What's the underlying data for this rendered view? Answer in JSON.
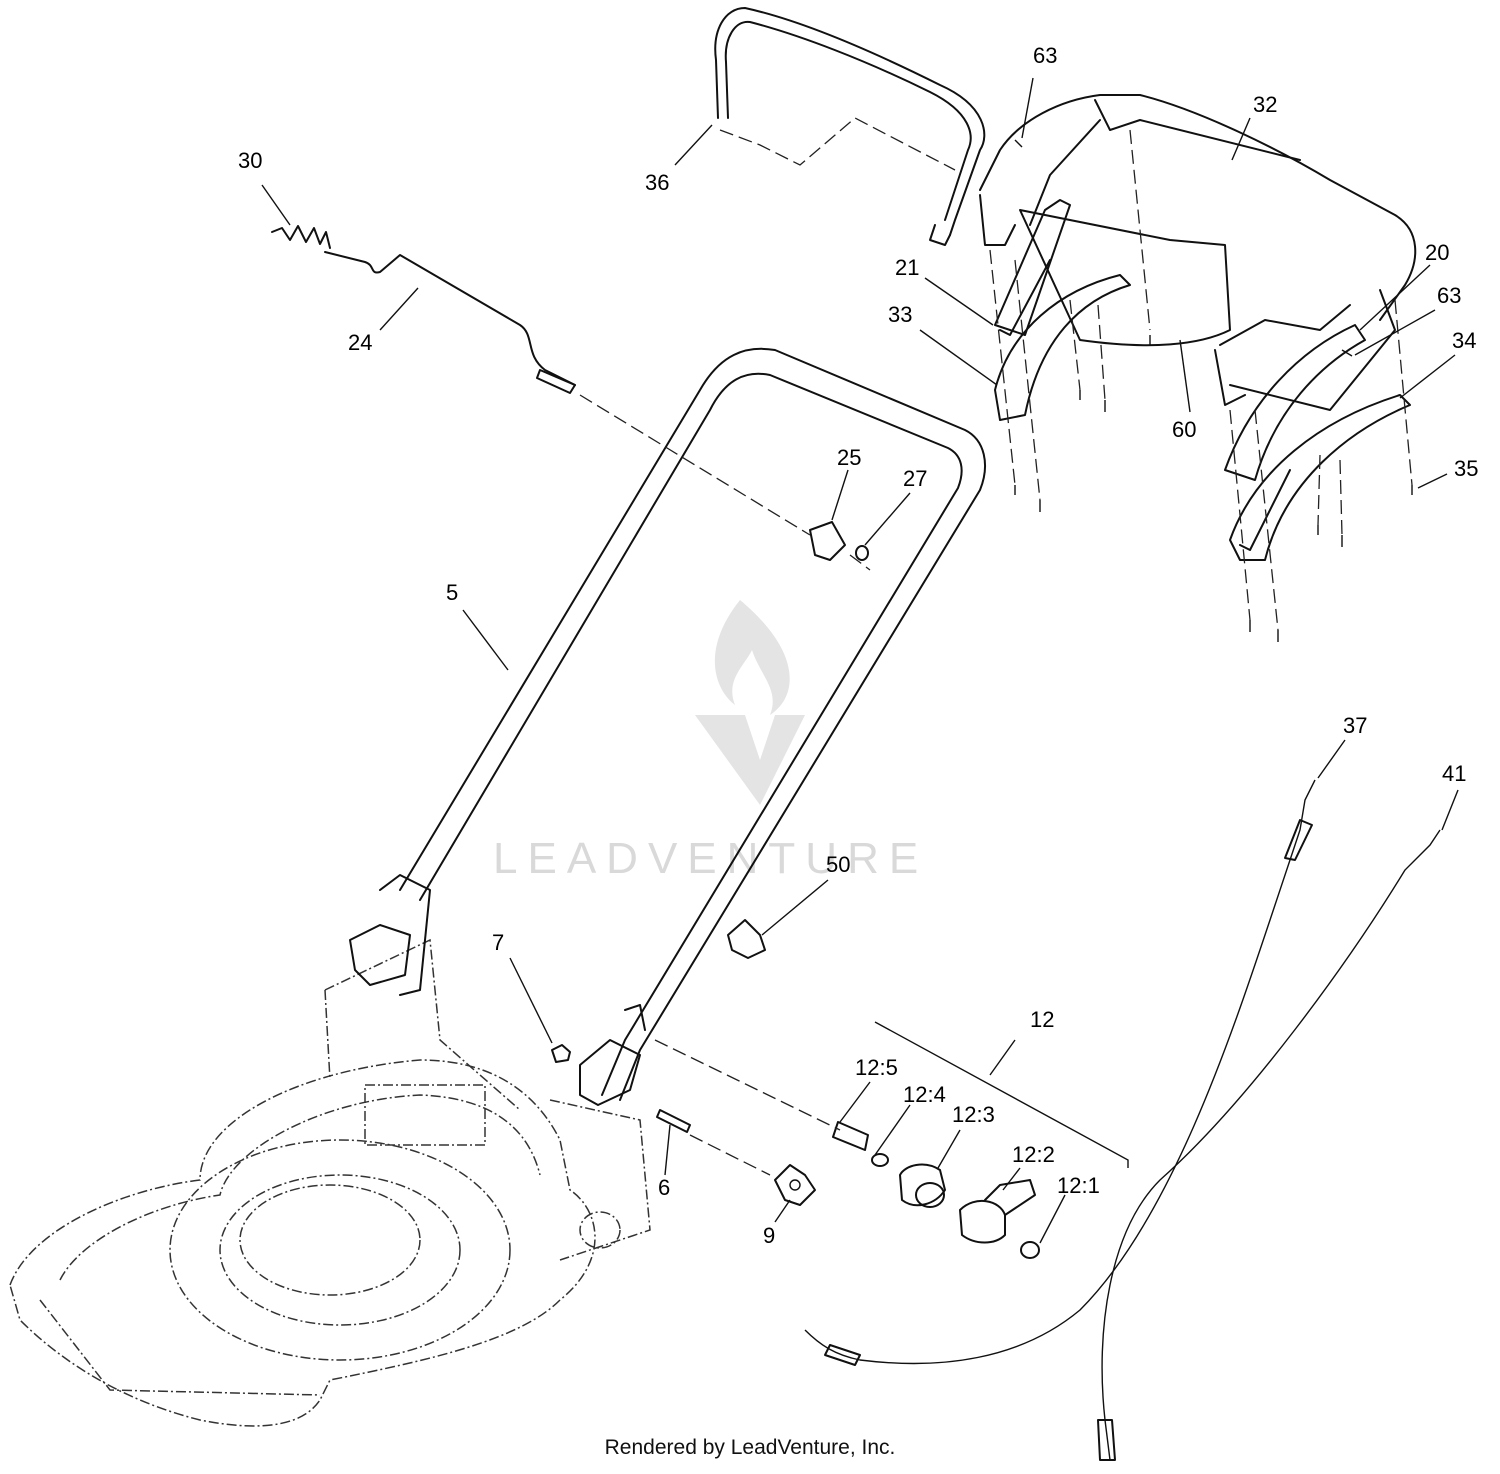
{
  "diagram": {
    "callouts": [
      {
        "id": "c-30",
        "text": "30"
      },
      {
        "id": "c-24",
        "text": "24"
      },
      {
        "id": "c-36",
        "text": "36"
      },
      {
        "id": "c-63a",
        "text": "63"
      },
      {
        "id": "c-32",
        "text": "32"
      },
      {
        "id": "c-21",
        "text": "21"
      },
      {
        "id": "c-33",
        "text": "33"
      },
      {
        "id": "c-20",
        "text": "20"
      },
      {
        "id": "c-63b",
        "text": "63"
      },
      {
        "id": "c-34",
        "text": "34"
      },
      {
        "id": "c-60",
        "text": "60"
      },
      {
        "id": "c-35",
        "text": "35"
      },
      {
        "id": "c-25",
        "text": "25"
      },
      {
        "id": "c-27",
        "text": "27"
      },
      {
        "id": "c-5",
        "text": "5"
      },
      {
        "id": "c-37",
        "text": "37"
      },
      {
        "id": "c-41",
        "text": "41"
      },
      {
        "id": "c-50",
        "text": "50"
      },
      {
        "id": "c-7",
        "text": "7"
      },
      {
        "id": "c-12",
        "text": "12"
      },
      {
        "id": "c-12-5",
        "text": "12:5"
      },
      {
        "id": "c-12-4",
        "text": "12:4"
      },
      {
        "id": "c-12-3",
        "text": "12:3"
      },
      {
        "id": "c-12-2",
        "text": "12:2"
      },
      {
        "id": "c-12-1",
        "text": "12:1"
      },
      {
        "id": "c-6",
        "text": "6"
      },
      {
        "id": "c-9",
        "text": "9"
      }
    ],
    "watermark": "LEADVENTURE",
    "credit": "Rendered by LeadVenture, Inc."
  }
}
